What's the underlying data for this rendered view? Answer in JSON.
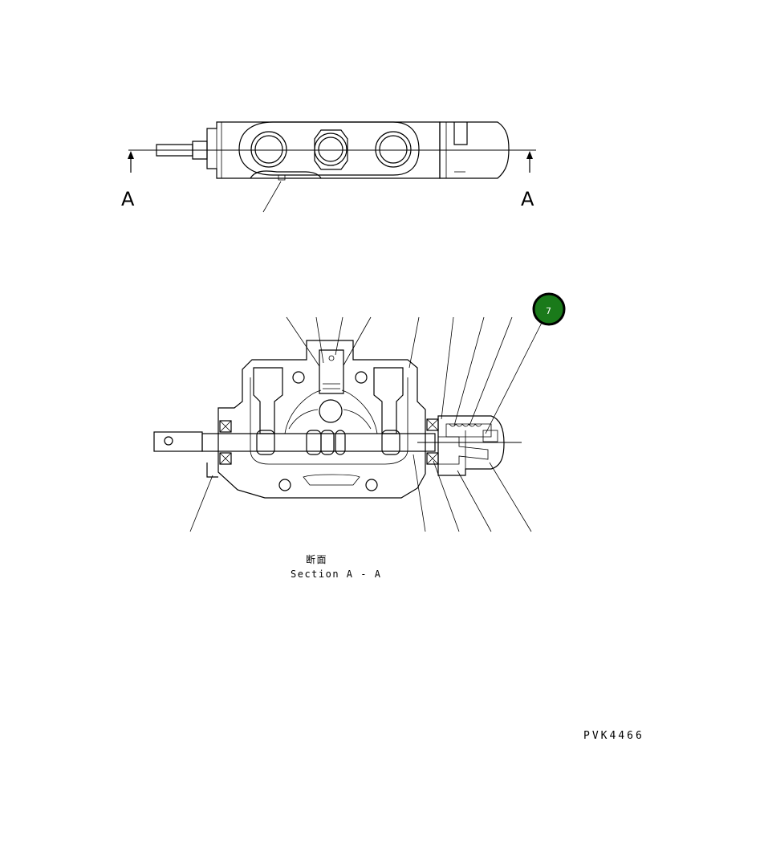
{
  "section_marker_left": "A",
  "section_marker_right": "A",
  "caption_jp": "断面",
  "caption_en": "Section A - A",
  "drawing_code": "PVK4466",
  "callout": {
    "number": "7",
    "color": "#1a7a1a"
  }
}
